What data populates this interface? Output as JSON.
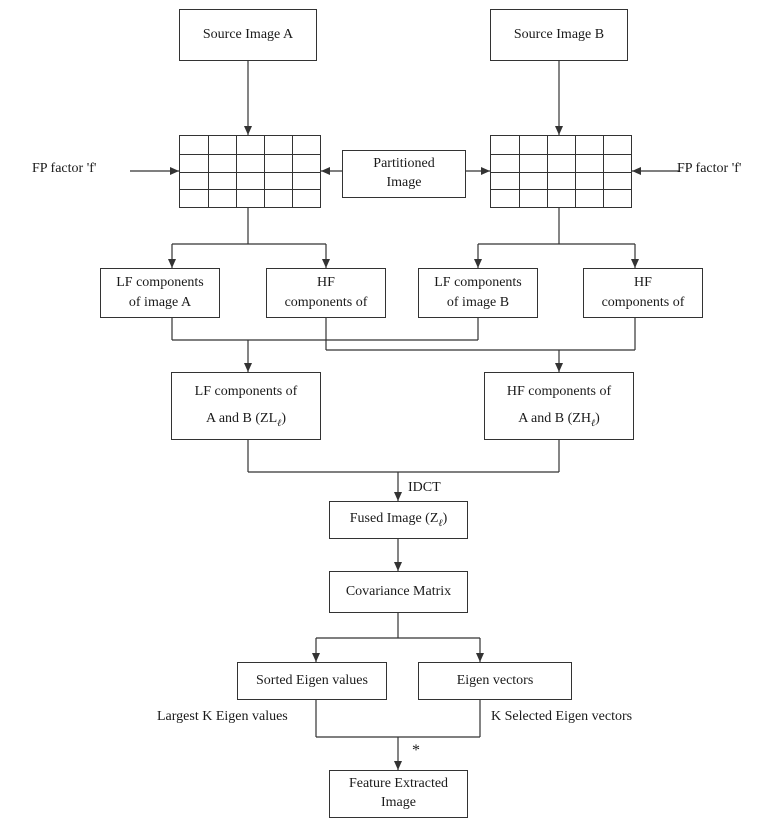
{
  "nodes": {
    "source_a": "Source Image A",
    "source_b": "Source Image B",
    "partitioned": [
      "Partitioned",
      "Image"
    ],
    "lf_a": [
      "LF components",
      "of image A"
    ],
    "hf_a": [
      "HF",
      "components of"
    ],
    "lf_b": [
      "LF components",
      "of image B"
    ],
    "hf_b": [
      "HF",
      "components of"
    ],
    "lf_ab": {
      "line1": "LF components of",
      "line2": "A and B (ZL",
      "sub": "ℓ",
      "close": ")"
    },
    "hf_ab": {
      "line1": "HF components of",
      "line2": "A and B (ZH",
      "sub": "ℓ",
      "close": ")"
    },
    "fused": {
      "text": "Fused Image (Z",
      "sub": "ℓ",
      "close": ")"
    },
    "covariance": "Covariance Matrix",
    "sorted_eigen": "Sorted Eigen values",
    "eigen_vectors": "Eigen vectors",
    "feature": [
      "Feature Extracted",
      "Image"
    ]
  },
  "labels": {
    "fp_left": "FP factor  'f'",
    "fp_right": "FP factor  'f'",
    "idct": "IDCT",
    "largest_k": "Largest K Eigen values",
    "k_selected": "K Selected Eigen vectors",
    "star": "*"
  }
}
